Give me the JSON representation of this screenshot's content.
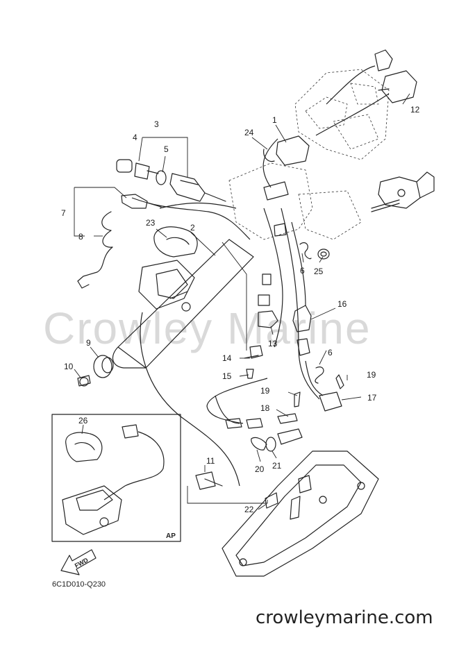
{
  "watermark": "Crowley Marine",
  "footer_site": "crowleymarine.com",
  "diagram_code": "6C1D010-Q230",
  "inset_label": "AP",
  "fwd_label": "FWD",
  "callouts": {
    "c1": "1",
    "c2": "2",
    "c3": "3",
    "c4": "4",
    "c5": "5",
    "c6a": "6",
    "c6b": "6",
    "c7": "7",
    "c8": "8",
    "c9": "9",
    "c10": "10",
    "c11": "11",
    "c12": "12",
    "c13": "13",
    "c14": "14",
    "c15": "15",
    "c16": "16",
    "c17": "17",
    "c18": "18",
    "c19a": "19",
    "c19b": "19",
    "c20": "20",
    "c21": "21",
    "c22": "22",
    "c23": "23",
    "c24": "24",
    "c25": "25",
    "c26": "26"
  }
}
